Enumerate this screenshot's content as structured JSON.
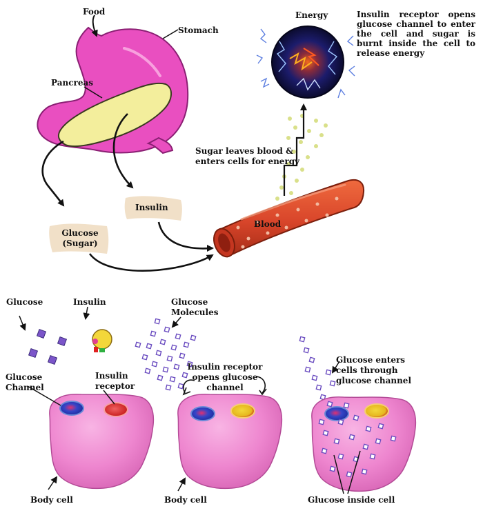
{
  "labels": {
    "food": "Food",
    "stomach": "Stomach",
    "pancreas": "Pancreas",
    "energy": "Energy",
    "energy_note": "Insulin receptor opens glucose channel to enter the cell and sugar is burnt inside the cell to release energy",
    "sugar_leaves_1": "Sugar leaves blood &",
    "sugar_leaves_2": "enters cells for energy",
    "insulin_tag": "Insulin",
    "glucose_tag_1": "Glucose",
    "glucose_tag_2": "(Sugar)",
    "blood": "Blood",
    "glucose": "Glucose",
    "insulin": "Insulin",
    "glucose_molecules_1": "Glucose",
    "glucose_molecules_2": "Molecules",
    "glucose_channel_1": "Glucose",
    "glucose_channel_2": "Channel",
    "insulin_receptor_1": "Insulin",
    "insulin_receptor_2": "receptor",
    "receptor_opens_1": "Insulin receptor",
    "receptor_opens_2": "opens glucose",
    "receptor_opens_3": "channel",
    "glucose_enters_1": "Glucose enters",
    "glucose_enters_2": "cells through",
    "glucose_enters_3": "glucose channel",
    "body_cell_1": "Body cell",
    "body_cell_2": "Body cell",
    "glucose_inside": "Glucose inside cell"
  },
  "colors": {
    "stomach": "#e94fc0",
    "pancreas": "#f3ee9c",
    "blood_vessel": "#d8452a",
    "cell": "#f08ad0",
    "glucose": "#7b55c9",
    "tag": "#f1e0c8",
    "energy_orb": "#1a1760"
  }
}
